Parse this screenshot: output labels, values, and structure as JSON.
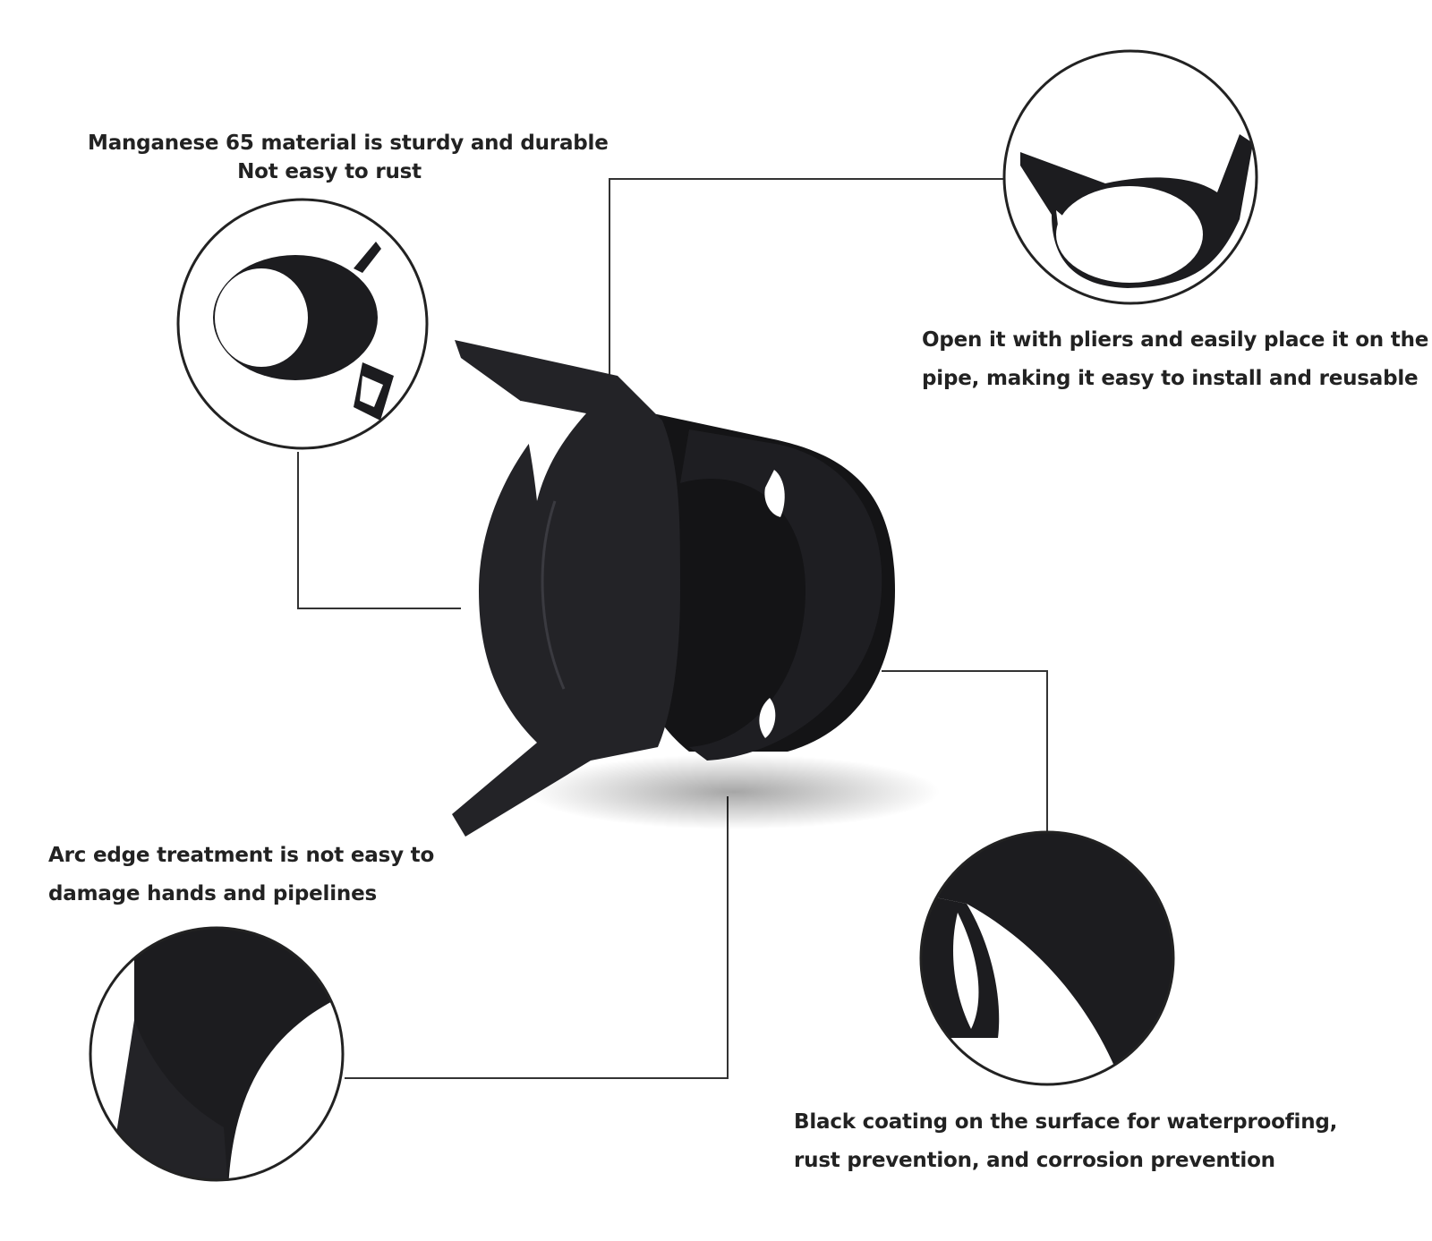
{
  "callouts": {
    "top_left": [
      "Manganese 65 material is sturdy and durable",
      "Not easy to rust"
    ],
    "top_right": [
      "Open it with pliers and easily place it on the",
      "pipe, making it easy to install and reusable"
    ],
    "bottom_left": [
      "Arc edge treatment is not easy to",
      "damage hands and pipelines"
    ],
    "bottom_right": [
      "Black coating on the surface for waterproofing,",
      "rust prevention, and corrosion prevention"
    ]
  },
  "colors": {
    "background": "#ffffff",
    "text": "#222222",
    "clamp": "#1c1c1f",
    "leader_line": "#333333"
  }
}
